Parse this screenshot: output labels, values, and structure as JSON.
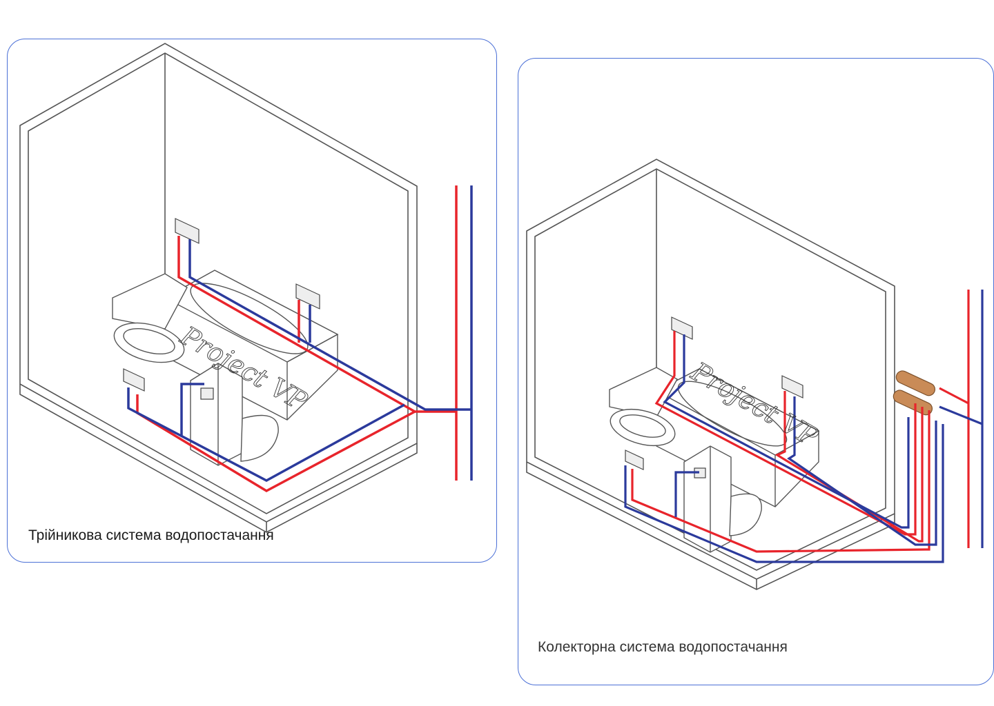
{
  "diagrams": [
    {
      "caption": "Трійникова система водопостачання",
      "watermark": "Project VP"
    },
    {
      "caption": "Колекторна система водопостачання",
      "watermark": "Project VP"
    }
  ],
  "colors": {
    "hot_pipe": "#e8242b",
    "cold_pipe": "#2b3a9c",
    "frame": "#4a6fd6",
    "collector": "#c98b57"
  },
  "icons": [
    "room-outline",
    "bathtub",
    "washbasin",
    "toilet",
    "wall-outlet",
    "riser-pipe",
    "collector-manifold"
  ]
}
